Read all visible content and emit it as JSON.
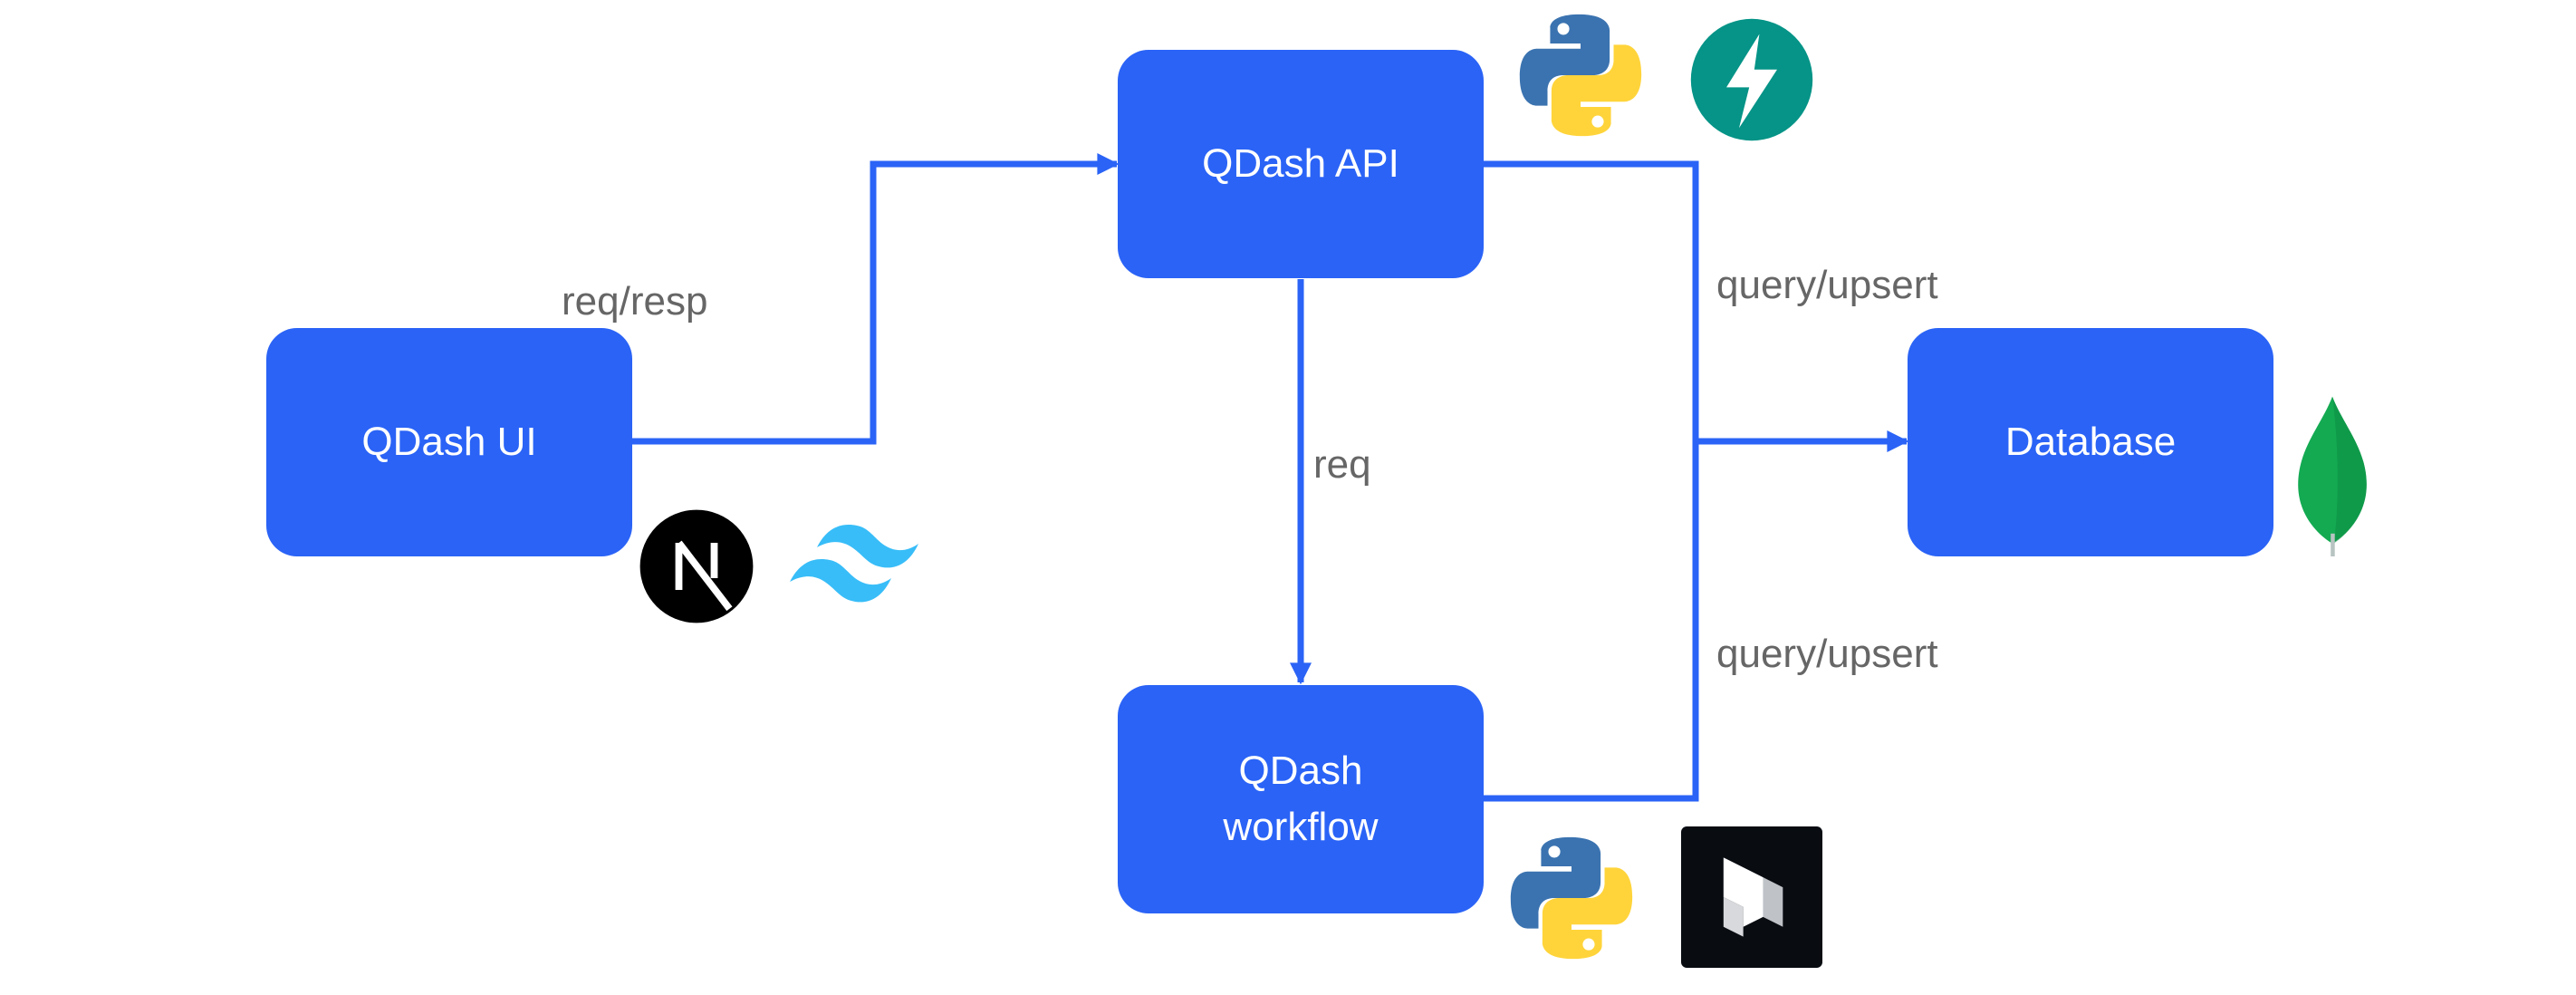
{
  "colors": {
    "node_fill": "#2a63f6",
    "edge": "#2a63f6",
    "label_text": "#666666",
    "node_text": "#ffffff"
  },
  "nodes": {
    "ui": {
      "label": "QDash UI"
    },
    "api": {
      "label": "QDash API"
    },
    "workflow": {
      "label": "QDash\nworkflow"
    },
    "database": {
      "label": "Database"
    }
  },
  "edges": {
    "ui_api": {
      "label": "req/resp"
    },
    "api_workflow": {
      "label": "req"
    },
    "api_database": {
      "label": "query/upsert"
    },
    "workflow_database": {
      "label": "query/upsert"
    }
  },
  "logos": {
    "api": [
      "python-logo",
      "fastapi-logo"
    ],
    "ui": [
      "nextjs-logo",
      "tailwind-logo"
    ],
    "workflow": [
      "python-logo",
      "prefect-logo"
    ],
    "database": [
      "mongodb-logo"
    ]
  }
}
